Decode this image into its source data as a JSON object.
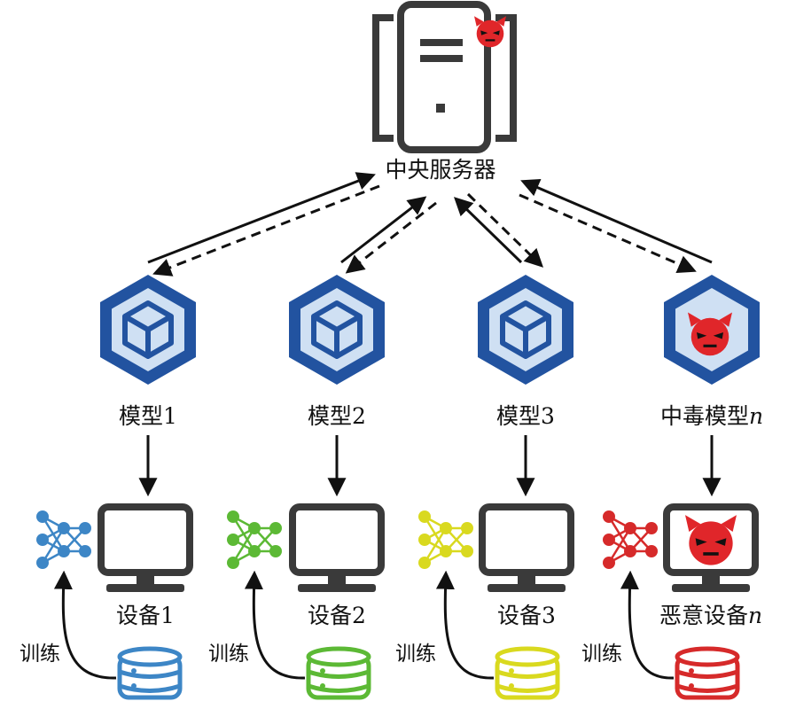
{
  "server": {
    "label": "中央服务器"
  },
  "columns": [
    {
      "model_label": "模型1",
      "model_suffix": "",
      "device_label": "设备1",
      "device_suffix": "",
      "color": "#3d86c6",
      "malicious": false,
      "train_label": "训练"
    },
    {
      "model_label": "模型2",
      "model_suffix": "",
      "device_label": "设备2",
      "device_suffix": "",
      "color": "#5cb935",
      "malicious": false,
      "train_label": "训练"
    },
    {
      "model_label": "模型3",
      "model_suffix": "",
      "device_label": "设备3",
      "device_suffix": "",
      "color": "#d9d91f",
      "malicious": false,
      "train_label": "训练"
    },
    {
      "model_label": "中毒模型",
      "model_suffix": "n",
      "device_label": "恶意设备",
      "device_suffix": "n",
      "color": "#d62a2a",
      "malicious": true,
      "train_label": "训练"
    }
  ],
  "colors": {
    "hex_outer": "#2253a0",
    "hex_fill": "#cfe0f3",
    "devil": "#e0262a",
    "monitor": "#3a3a3a",
    "arrow": "#111111"
  },
  "icons": [
    "server-icon",
    "devil-icon",
    "model-hex-icon",
    "monitor-icon",
    "neural-net-icon",
    "database-icon"
  ]
}
